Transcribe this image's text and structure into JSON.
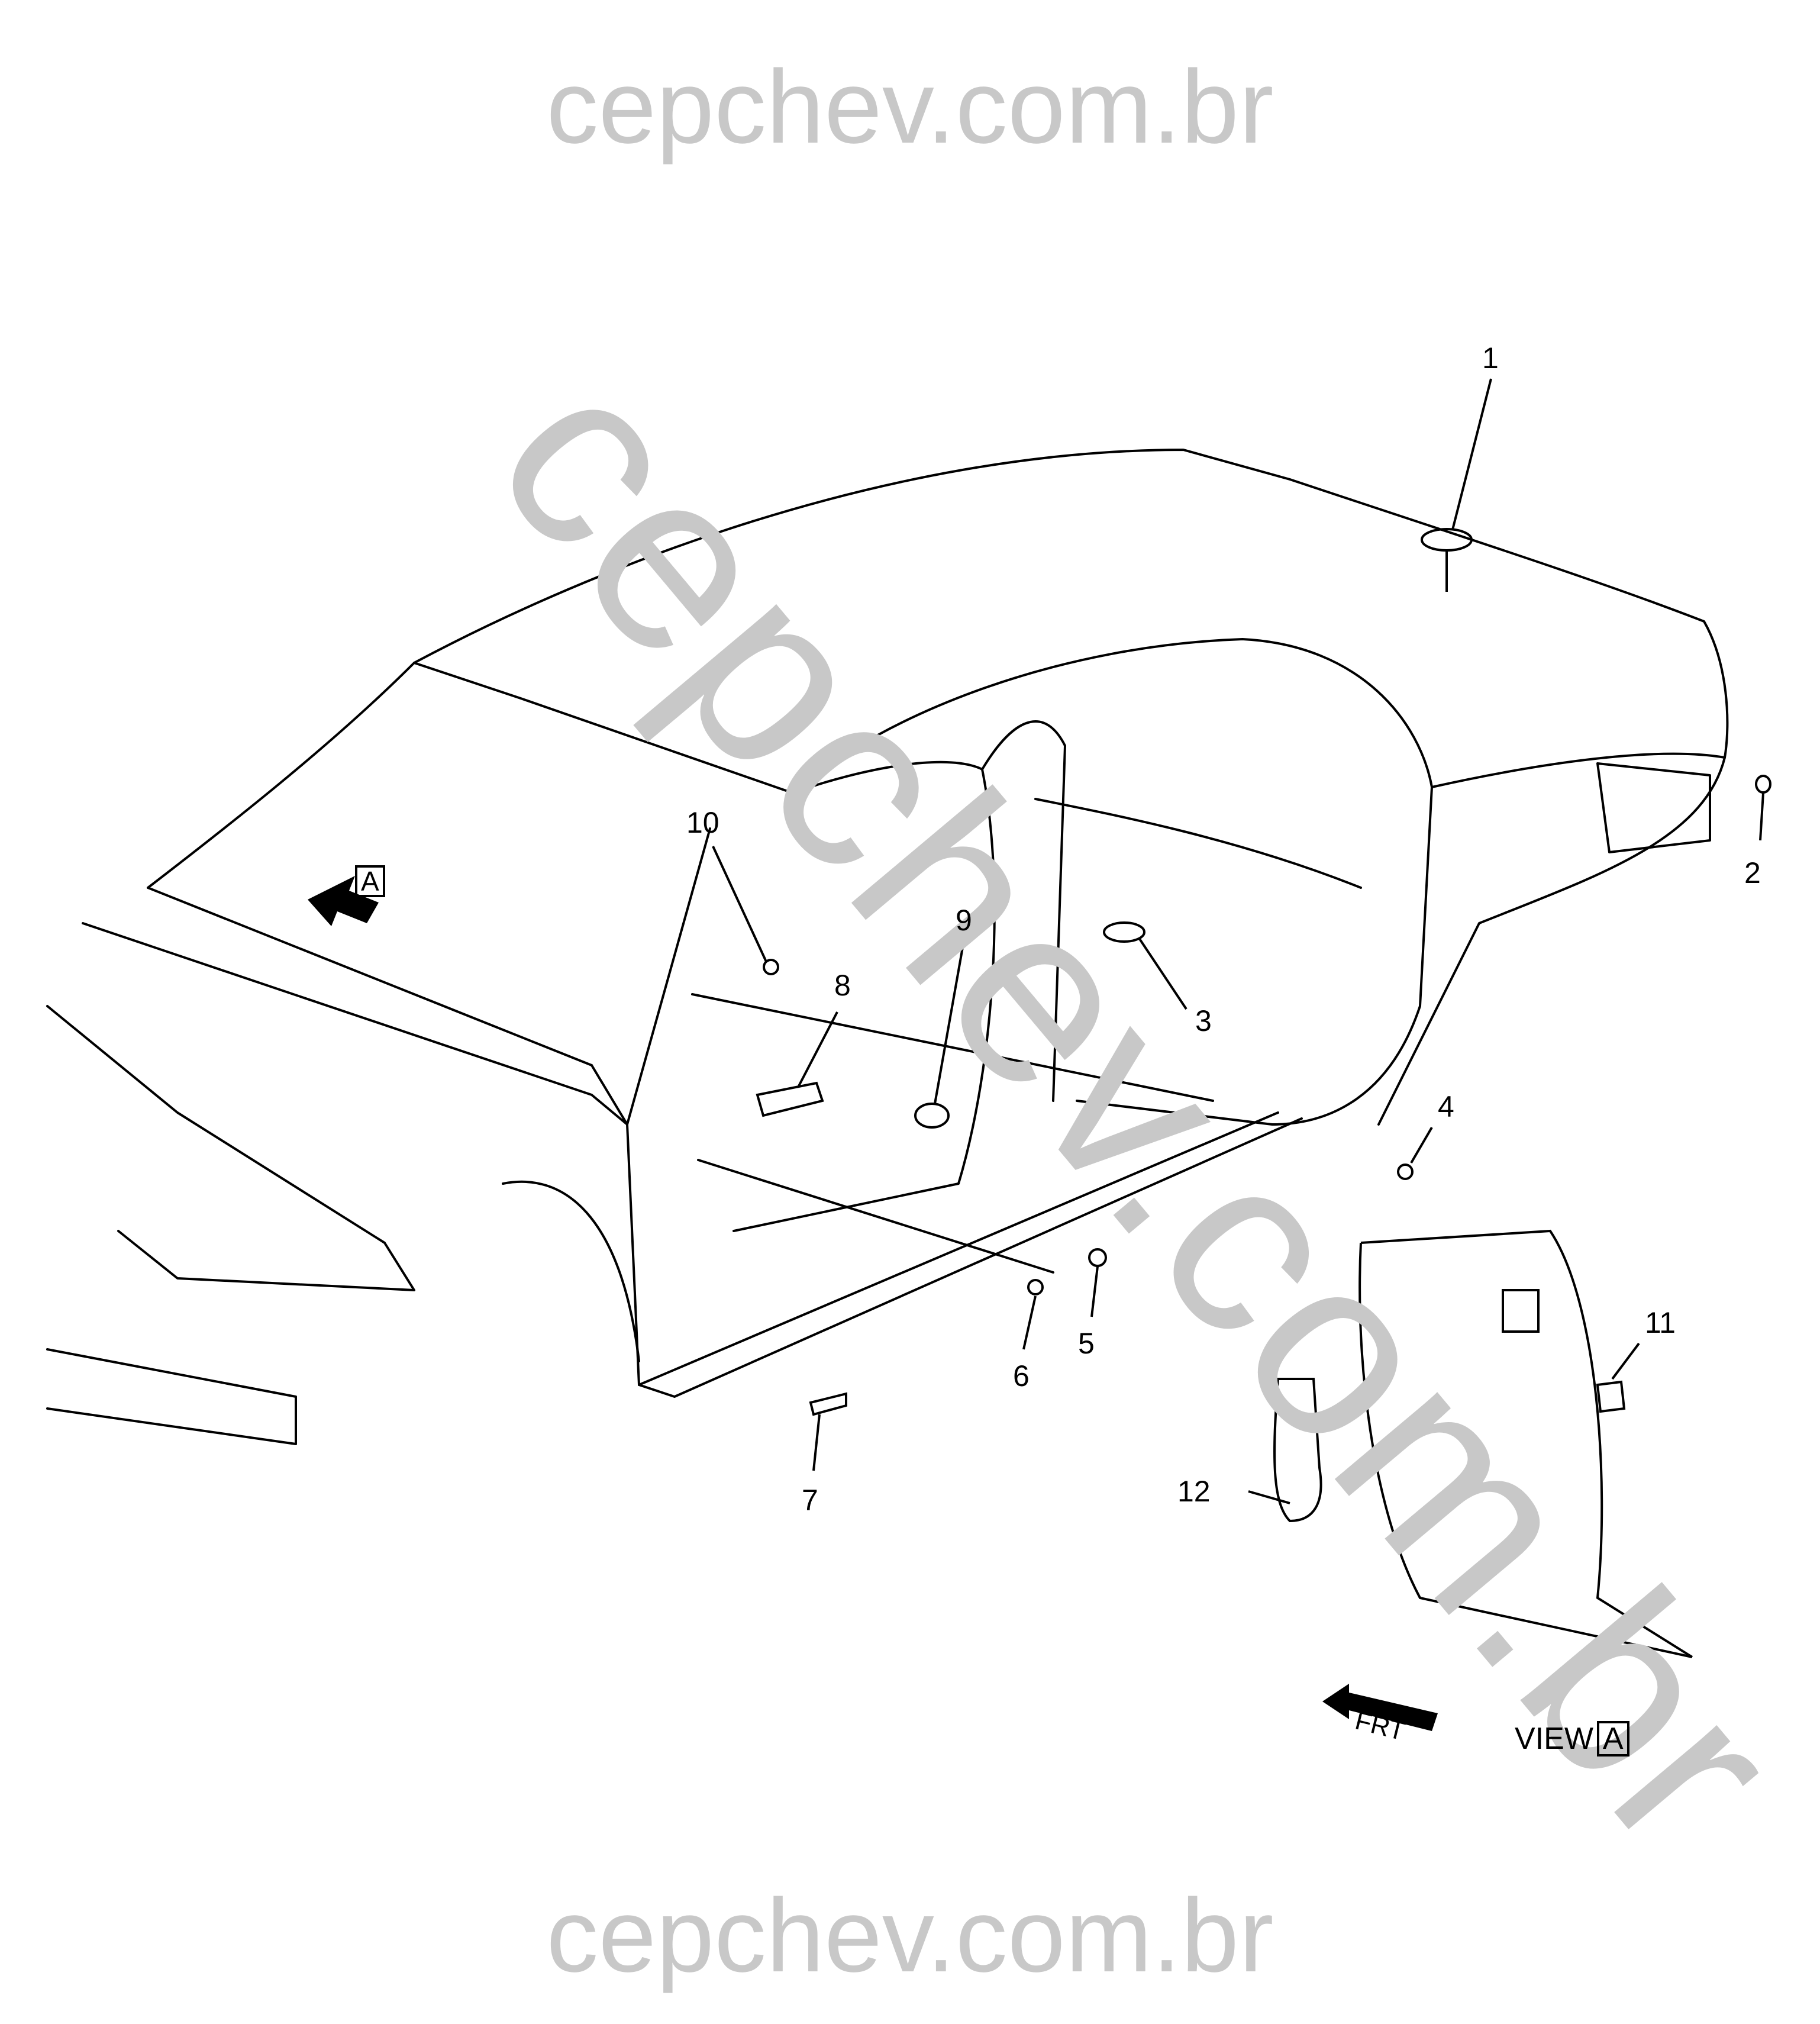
{
  "watermark": {
    "top": "cepchev.com.br",
    "bottom": "cepchev.com.br",
    "diagonal": "cepchev.com.br"
  },
  "callouts": [
    {
      "id": "c1",
      "label": "1"
    },
    {
      "id": "c2",
      "label": "2"
    },
    {
      "id": "c3",
      "label": "3"
    },
    {
      "id": "c4",
      "label": "4"
    },
    {
      "id": "c5",
      "label": "5"
    },
    {
      "id": "c6",
      "label": "6"
    },
    {
      "id": "c7",
      "label": "7"
    },
    {
      "id": "c8",
      "label": "8"
    },
    {
      "id": "c9",
      "label": "9"
    },
    {
      "id": "c10",
      "label": "10"
    },
    {
      "id": "c11",
      "label": "11"
    },
    {
      "id": "c12",
      "label": "12"
    }
  ],
  "view_marker": {
    "letter": "A"
  },
  "view_label": {
    "text": "VIEW",
    "letter": "A"
  },
  "front_arrow": {
    "text": "FRT"
  }
}
